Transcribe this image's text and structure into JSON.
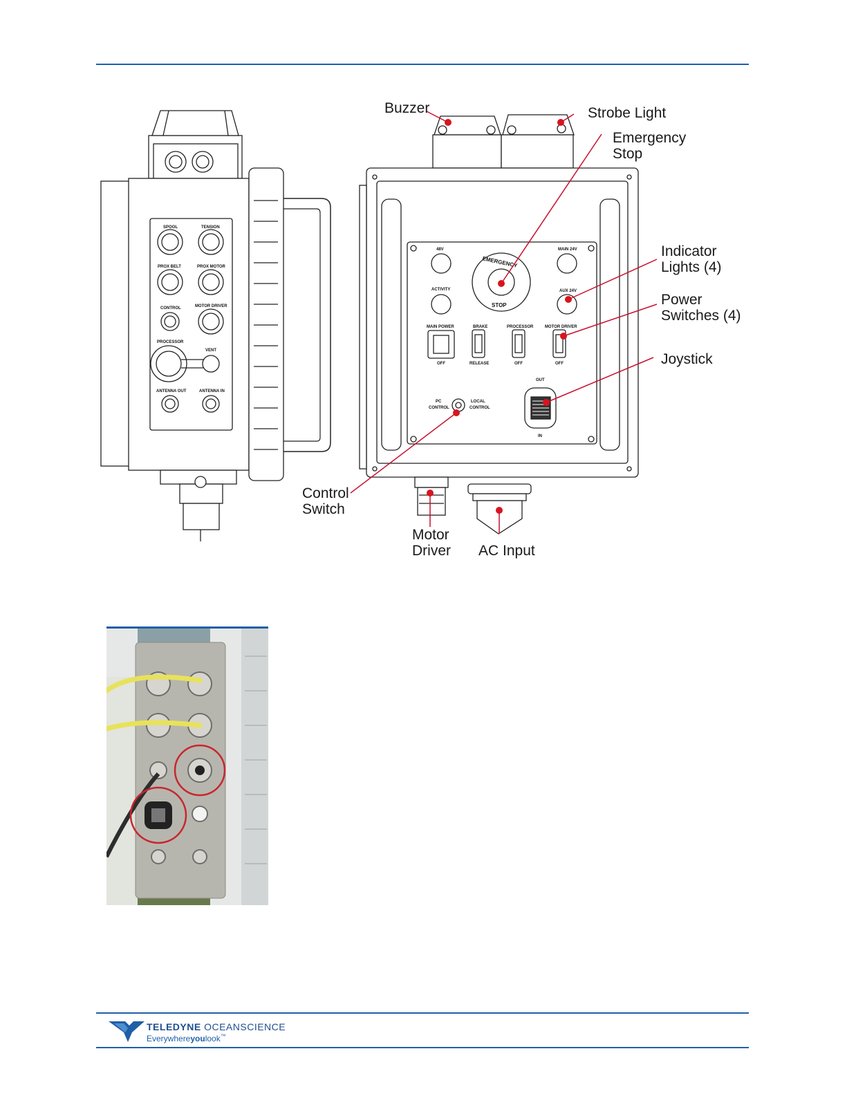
{
  "callouts": {
    "buzzer": "Buzzer",
    "strobe_light": "Strobe Light",
    "emergency_stop_line1": "Emergency",
    "emergency_stop_line2": "Stop",
    "indicator_lights_line1": "Indicator",
    "indicator_lights_line2": "Lights (4)",
    "power_switches_line1": "Power",
    "power_switches_line2": "Switches (4)",
    "joystick": "Joystick",
    "control_switch_line1": "Control",
    "control_switch_line2": "Switch",
    "motor_driver_line1": "Motor",
    "motor_driver_line2": "Driver",
    "ac_input": "AC Input"
  },
  "side_panel_labels": {
    "spool": "SPOOL",
    "tension": "TENSION",
    "prox_belt": "PROX BELT",
    "prox_motor": "PROX MOTOR",
    "control": "CONTROL",
    "motor_driver": "MOTOR DRIVER",
    "processor": "PROCESSOR",
    "vent": "VENT",
    "antenna_out": "ANTENNA OUT",
    "antenna_in": "ANTENNA IN"
  },
  "front_panel_labels": {
    "v48": "48V",
    "main_24v": "MAIN 24V",
    "activity": "ACTIVITY",
    "aux_24v": "AUX 24V",
    "emergency": "EMERGENCY",
    "stop": "STOP",
    "main_power": "MAIN POWER",
    "brake": "BRAKE",
    "processor": "PROCESSOR",
    "motor_driver": "MOTOR DRIVER",
    "off1": "OFF",
    "release": "RELEASE",
    "off2": "OFF",
    "off3": "OFF",
    "out": "OUT",
    "in": "IN",
    "pc": "PC",
    "control_a": "CONTROL",
    "local": "LOCAL",
    "control_b": "CONTROL"
  },
  "footer": {
    "brand_primary": "TELEDYNE",
    "brand_secondary": "OCEANSCIENCE",
    "tagline_a": "Everywhere",
    "tagline_b": "you",
    "tagline_c": "look",
    "tm": "™"
  },
  "colors": {
    "accent_blue": "#1f5fa8",
    "callout_dot": "#d9141e"
  }
}
